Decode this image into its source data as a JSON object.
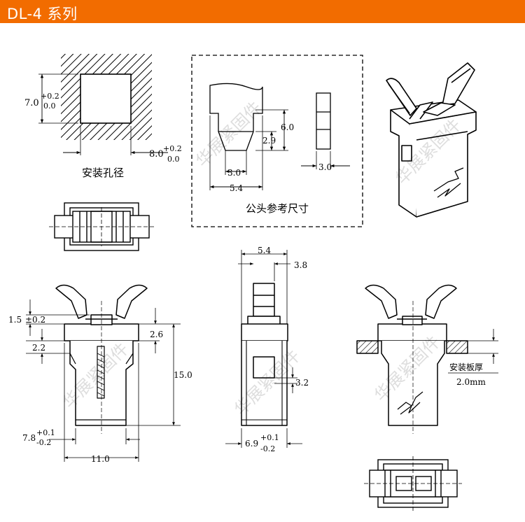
{
  "header": {
    "title": "DL-4 系列",
    "bg_color": "#f26c00",
    "text_color": "#ffffff"
  },
  "watermark": "华展紧固件",
  "mounting_hole": {
    "caption": "安装孔径",
    "height_nominal": "7.0",
    "height_tol_upper": "+0.2",
    "height_tol_lower": "0.0",
    "width_nominal": "8.0",
    "width_tol_upper": "+0.2",
    "width_tol_lower": "0.0"
  },
  "male_reference": {
    "caption": "公头参考尺寸",
    "dim_height": "6.0",
    "dim_step": "2.9",
    "dim_neck": "3.0",
    "dim_width": "5.4",
    "dim_thickness": "3.0"
  },
  "front_view": {
    "dim_top_nominal": "1.5",
    "dim_top_tol": "±0.2",
    "dim_collar": "2.2",
    "dim_side": "2.6",
    "dim_height": "15.0",
    "dim_body_nominal": "7.8",
    "dim_body_tol_upper": "+0.1",
    "dim_body_tol_lower": "-0.2",
    "dim_flange": "11.0"
  },
  "side_view": {
    "dim_top_width": "5.4",
    "dim_tongue": "3.8",
    "dim_window": "3.2",
    "dim_body_nominal": "6.9",
    "dim_body_tol_upper": "+0.1",
    "dim_body_tol_lower": "-0.2"
  },
  "install_view": {
    "label_panel": "安装板厚",
    "label_thickness": "2.0mm"
  }
}
